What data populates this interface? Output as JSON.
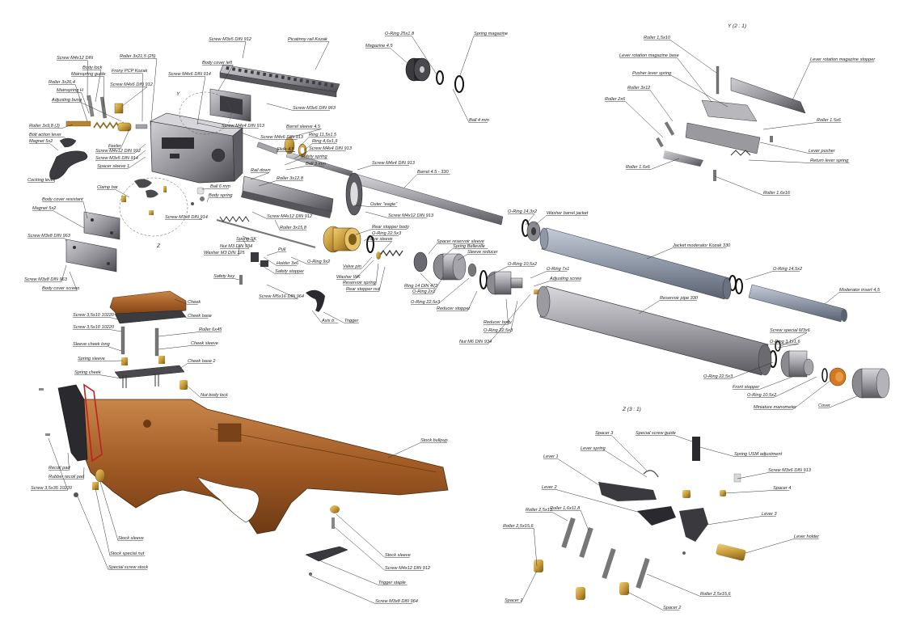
{
  "view_labels": {
    "y_scale": "Y (2 : 1)",
    "z_scale": "Z (3 : 1)",
    "y_mark": "Y",
    "z_mark": "Z"
  },
  "labels": [
    "Screw M3x5 DIN 912",
    "Picatinny rail Kozak",
    "O-Ring 25x1.8",
    "Spring magazine",
    "Magazine 4.5",
    "Ball 4 mm",
    "Roller 1,5x10",
    "Lever rotation magazine base",
    "Lever rotation magazine stopper",
    "Pusher lever spring",
    "Roller 3x12",
    "Roller 2x6",
    "Roller 1.5x6",
    "Lever pusher",
    "Roller 1.6x6",
    "Return lever spring",
    "Roller 1.6x16",
    "Screw M4x12 DIN",
    "Roller 3x21,5 (25)",
    "Body lock",
    "Frony PCP Kozak",
    "Mainspring guide",
    "Body cover left",
    "Screw M4x6 DIN 914",
    "Screw M4x6 DIN 912",
    "Roller 3x26,4",
    "Mainspring H",
    "Adjusting bung",
    "Screw M3x6 DIN 963",
    "Roller 3x9,8 (J)",
    "Bolt action lever",
    "Magnet 5x2",
    "Feeler",
    "Screw M4x12 DIN 912",
    "Screw M3x5 DIN 914",
    "Spacer sleeve 1",
    "Screw M4x4 DIN 913",
    "Screw M4x6 DIN 913",
    "Barrel sleeve 4.5",
    "Slide 4.5",
    "Ring 11,5x1.5",
    "Ring 4,6x1,9",
    "Screw M4x4 DIN 913",
    "Safety spring",
    "Ball 3 mm",
    "Screw M4x4 DIN 913",
    "Barrel 4.5 - 330",
    "Cocking lever",
    "Rail down",
    "Roller 3x12,8",
    "Clamp bar",
    "Ball 6 mm",
    "Body spring",
    "Outer \"eagle\"",
    "Screw M4x12 DIN 913",
    "O-Ring 14,3x2",
    "Washer barrel jacket",
    "Body cover resistant",
    "Magnet 5x2",
    "Screw M3x8 DIN 914",
    "Screw M4x12 DIN 912",
    "Roller 3x15,8",
    "Rear stopper body",
    "O-Ring 22,5x3",
    "Screw M3x8 DIN 963",
    "Spring SK",
    "Valve sleeve",
    "Spacer reservoir sleeve",
    "Spring Belleville",
    "Sleeve reducer",
    "Jacket moderator Kozak 330",
    "O-Ring 14,5x2",
    "Nut M3 DIN 934",
    "Pull",
    "Washer M3 DIN 125",
    "Holder 3x6",
    "O-Ring 9x2",
    "Safety stopper",
    "Valve pin",
    "Washer WK",
    "Reservoir spring",
    "Rear stopper nut",
    "Ring 14 DIN 472",
    "O-Ring 10,5x2",
    "O-Ring 7x1",
    "Adjusting screw",
    "Moderator insert 4,5",
    "Screw M3x8 DIN 963",
    "Body cover screen",
    "Safety key",
    "Screw M5x16 DIN 964",
    "O-Ring 2x1",
    "O-Ring 22,5x3",
    "Reducer stopper",
    "Reservoir pipe 330",
    "Axis tr.",
    "Trigger",
    "Reducer body",
    "O-Ring 22,5x3",
    "Nut M6 DIN 934",
    "Cheek",
    "Screw 3,5x10 10220",
    "Cheek base",
    "Screw 3,5x10 10220",
    "Roller 6x45",
    "Sleeve cheek long",
    "Cheek sleeve",
    "Spring sleeve",
    "Cheek base 2",
    "Spring cheek",
    "Nut body lock",
    "Screw special M3x6",
    "O-Ring 3,1x1,6",
    "O-Ring 22,5x3",
    "Front stopper",
    "O-Ring 10,5x2",
    "Miniature manometer",
    "Cover",
    "Stock bullpup",
    "Recoil pad",
    "Rubber recoil pad",
    "Screw 3,5x35 10220",
    "Stock sleeve",
    "Stock special nut",
    "Special screw stock",
    "Stock sleeve",
    "Screw M4x12 DIN 912",
    "Trigger staple",
    "Screw M3x8 DIN 964",
    "Spacer 3",
    "Special screw guide",
    "Lever spring",
    "Spring USM adjustment",
    "Lever 1",
    "Screw M3x6 DIN 913",
    "Lever 2",
    "Spacer 4",
    "Roller 2,5x13",
    "Roller 1,6x11,8",
    "Lever 3",
    "Roller 2,5x15,6",
    "Lever holder",
    "Roller 2,5x15,6",
    "Spacer 1",
    "Spacer 2"
  ],
  "colors": {
    "stock": "#a05a24",
    "stock_light": "#c07a3c",
    "stock_dark": "#6e3a14",
    "metal": "#9a9a9e",
    "metal_light": "#c8c8cc",
    "metal_dark": "#505055",
    "brass": "#c69a3a",
    "brass_light": "#e2bc60",
    "orange": "#d27a22",
    "red_outline": "#c02020"
  }
}
